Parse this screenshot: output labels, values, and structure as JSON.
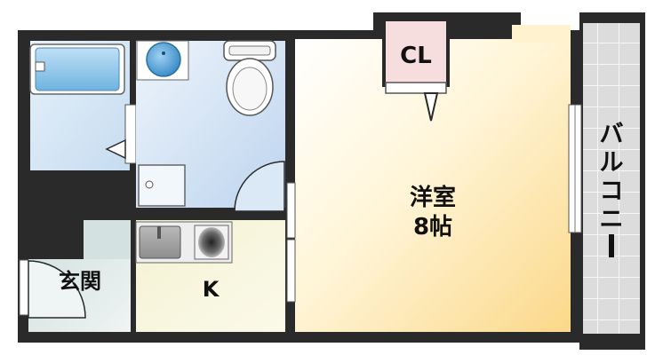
{
  "rooms": {
    "main_room_name": "洋室",
    "main_room_size": "8帖",
    "closet": "CL",
    "kitchen": "K",
    "entrance": "玄関",
    "balcony": [
      "バ",
      "ル",
      "コ",
      "ニ",
      "ー"
    ]
  },
  "colors": {
    "wall": "#2a2a2a",
    "bath_blue": "#a9cfe9",
    "toilet_blue": "#c5dbf0",
    "entrance_teal": "#d6e5e3",
    "kitchen_cream": "#f6f4d8",
    "room_light": "#fff9e6",
    "room_deep": "#fbd98a",
    "balcony_tile": "#dedede",
    "closet_pink": "#f6dede"
  }
}
